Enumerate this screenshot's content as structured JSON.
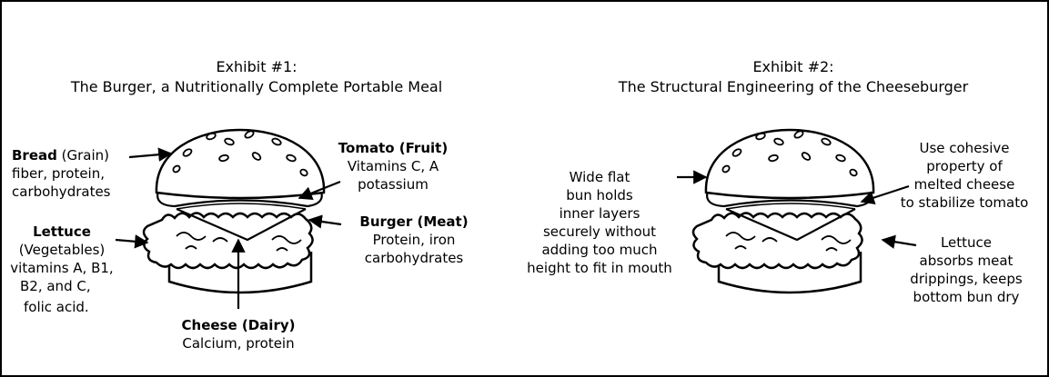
{
  "exhibit1": {
    "title_line1": "Exhibit #1:",
    "title_line2": "The Burger, a Nutritionally Complete Portable Meal",
    "bread": {
      "name": "Bread",
      "category": "(Grain)",
      "lines": [
        "fiber, protein,",
        "carbohydrates"
      ]
    },
    "tomato": {
      "name": "Tomato (Fruit)",
      "lines": [
        "Vitamins C, A",
        "potassium"
      ]
    },
    "burger": {
      "name": "Burger (Meat)",
      "lines": [
        "Protein, iron",
        "carbohydrates"
      ]
    },
    "lettuce": {
      "name": "Lettuce",
      "lines": [
        "(Vegetables)",
        "vitamins A, B1,",
        "B2, and C,",
        "folic acid."
      ]
    },
    "cheese": {
      "name": "Cheese (Dairy)",
      "lines": [
        "Calcium, protein"
      ]
    }
  },
  "exhibit2": {
    "title_line1": "Exhibit #2:",
    "title_line2": "The Structural Engineering of the Cheeseburger",
    "bun_note": [
      "Wide flat",
      "bun holds",
      "inner layers",
      "securely without",
      "adding too much",
      "height to fit in mouth"
    ],
    "cheese_note": [
      "Use cohesive",
      "property of",
      "melted cheese",
      "to stabilize tomato"
    ],
    "lettuce_note": [
      "Lettuce",
      "absorbs meat",
      "drippings, keeps",
      "bottom bun dry"
    ]
  },
  "colors": {
    "ink": "#000000",
    "background": "#ffffff"
  }
}
